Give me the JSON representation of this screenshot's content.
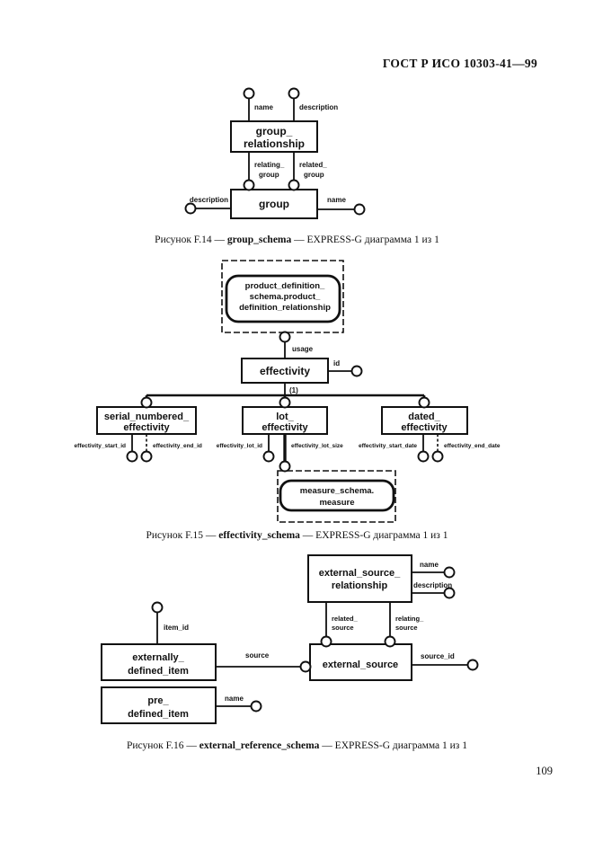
{
  "page": {
    "header": "ГОСТ Р ИСО 10303-41—99",
    "page_number": "109"
  },
  "fig14": {
    "caption": {
      "prefix": "Рисунок F.14 — ",
      "schema": "group_schema",
      "suffix": " — EXPRESS-G диаграмма 1 из 1"
    },
    "labels": {
      "name_top": "name",
      "description_top": "description",
      "group_relationship_1": "group_",
      "group_relationship_2": "relationship",
      "relating_1": "relating_",
      "relating_2": "group",
      "related_1": "related_",
      "related_2": "group",
      "description_left": "description",
      "name_right": "name",
      "group": "group"
    }
  },
  "fig15": {
    "caption": {
      "prefix": "Рисунок F.15 — ",
      "schema": "effectivity_schema",
      "suffix": " — EXPRESS-G диаграмма 1 из 1"
    },
    "labels": {
      "ref_1": "product_definition_",
      "ref_2": "schema.product_",
      "ref_3": "definition_relationship",
      "usage": "usage",
      "effectivity": "effectivity",
      "id": "id",
      "one": "(1)",
      "serial_1": "serial_numbered_",
      "serial_2": "effectivity",
      "lot_1": "lot_",
      "lot_2": "effectivity",
      "dated_1": "dated_",
      "dated_2": "effectivity",
      "eff_start_id": "effectivity_start_id",
      "eff_end_id": "effectivity_end_id",
      "eff_lot_id": "effectivity_lot_id",
      "eff_lot_size": "effectivity_lot_size",
      "eff_start_date": "effectivity_start_date",
      "eff_end_date": "effectivity_end_date",
      "measure_1": "measure_schema.",
      "measure_2": "measure"
    }
  },
  "fig16": {
    "caption": {
      "prefix": "Рисунок F.16 — ",
      "schema": "external_reference_schema",
      "suffix": " — EXPRESS-G диаграмма 1 из 1"
    },
    "labels": {
      "esr_1": "external_source_",
      "esr_2": "relationship",
      "name_right": "name",
      "description_right": "description",
      "related_1": "related_",
      "related_2": "source",
      "relating_1": "relating_",
      "relating_2": "source",
      "item_id": "item_id",
      "edi_1": "externally_",
      "edi_2": "defined_item",
      "source": "source",
      "external_source": "external_source",
      "source_id": "source_id",
      "pdi_1": "pre_",
      "pdi_2": "defined_item",
      "name_bottom": "name"
    }
  }
}
